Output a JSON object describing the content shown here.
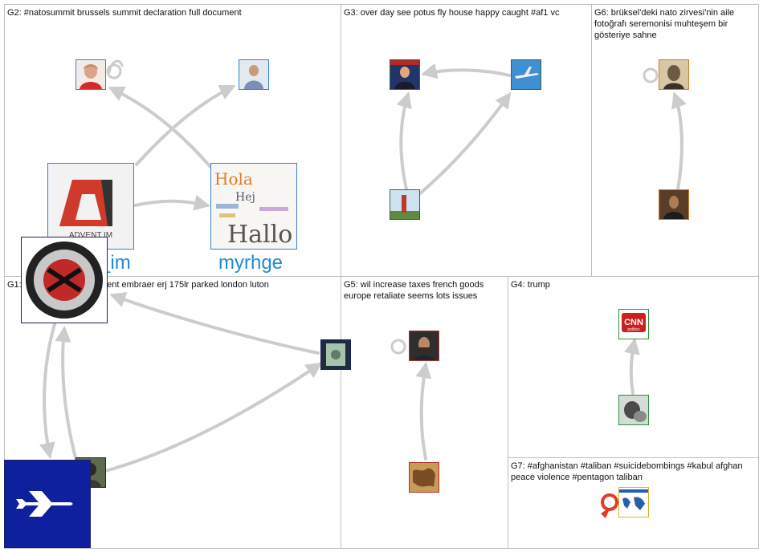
{
  "groups": [
    {
      "id": "G1",
      "label": "G1: sp lih polish government embraer erj 175lr parked london luton"
    },
    {
      "id": "G2",
      "label": "G2: #natosummit brussels summit declaration full document"
    },
    {
      "id": "G3",
      "label": "G3: over day see potus fly house happy caught #af1 vc"
    },
    {
      "id": "G4",
      "label": "G4: trump"
    },
    {
      "id": "G5",
      "label": "G5: wil increase taxes french goods europe retaliate seems lots issues"
    },
    {
      "id": "G6",
      "label": "G6: brüksel'deki nato zirvesi'nin aile fotoğrafı seremonisi muhteşem bir gösteriye sahne"
    },
    {
      "id": "G7",
      "label": "G7: #afghanistan #taliban #suicidebombings #kabul afghan peace violence #pentagon taliban"
    }
  ],
  "vertex_labels": {
    "advent_im": "advent_im",
    "myrhge": "myrhge"
  },
  "advent_logo_text": "ADVENT IM",
  "cnn_logo": {
    "brand": "CNN",
    "sub": "politics"
  },
  "word_cloud": [
    "Hola",
    "Hej",
    "Hallo"
  ],
  "colors": {
    "edge": "#cccccc",
    "panel_border": "#bfbfbf",
    "label_blue": "#1f8ad8",
    "g1_border": "#1f1f5f",
    "g2_border": "#3b7fd1",
    "g3_border": "#2e6b3a",
    "g4_border": "#2f8f3a",
    "g5_border": "#b03030",
    "g6_border": "#d07a22",
    "g7_border": "#e0b020",
    "embraer_blue": "#0d1f9c",
    "selfloop_red": "#e03a2a"
  }
}
